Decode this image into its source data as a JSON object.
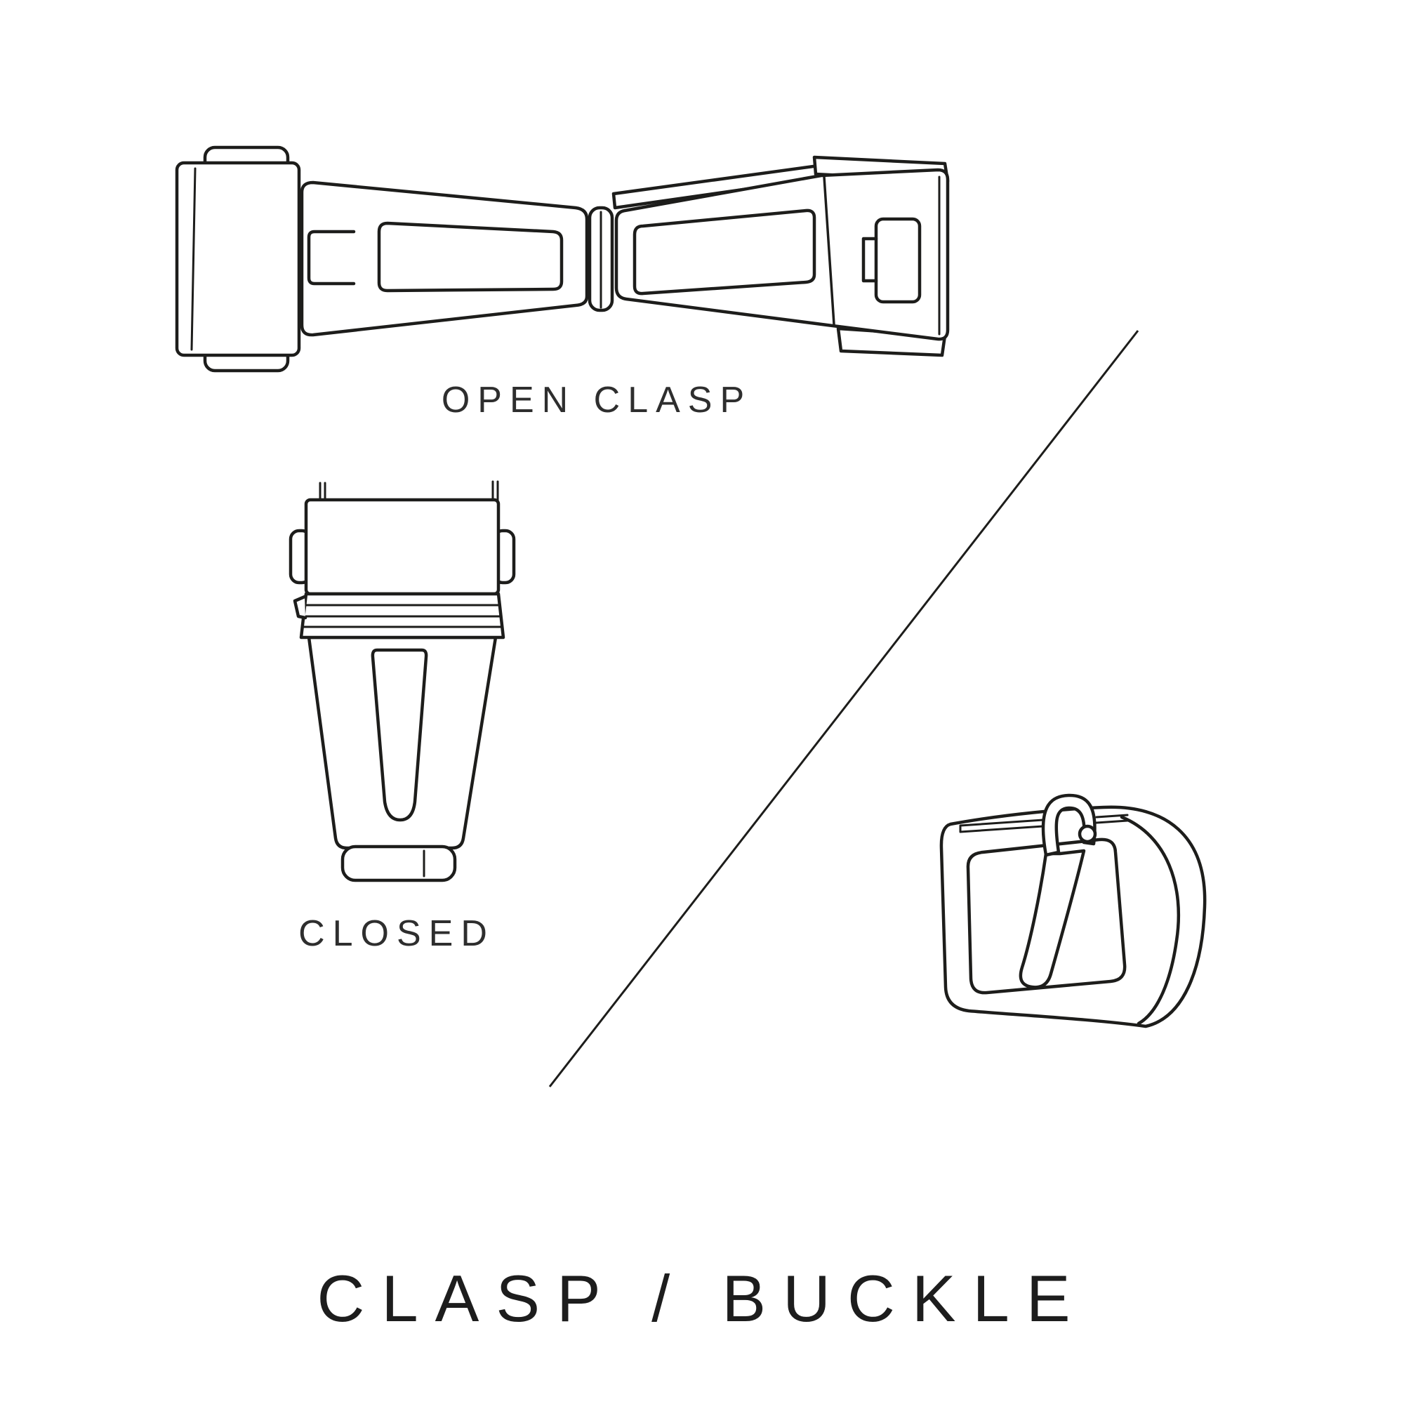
{
  "canvas": {
    "background": "#ffffff",
    "line_color": "#1d1d1b",
    "text_color": "#2e2e2e"
  },
  "captions": {
    "open_clasp": "OPEN CLASP",
    "closed": "CLOSED"
  },
  "title": "CLASP / BUCKLE",
  "illustrations": {
    "open_clasp": "watch deployant clasp shown unfolded (open)",
    "closed_clasp": "watch clasp shown folded (closed)",
    "buckle": "watch strap tang buckle with tongue"
  }
}
